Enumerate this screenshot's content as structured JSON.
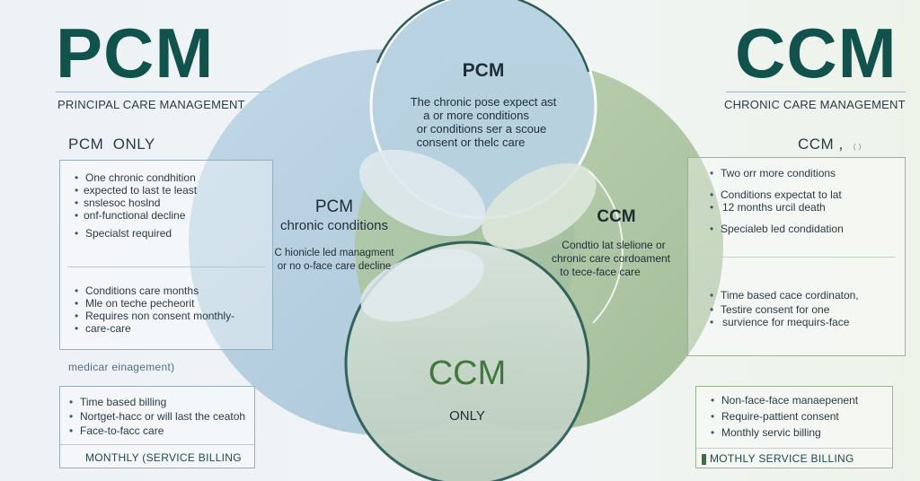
{
  "left": {
    "title": "PCM",
    "subtitle": "PRINCIPAL CARE MANAGEMENT",
    "only_label": "PCM  ONLY",
    "box1_items": [
      "One chronic condhition",
      "expected to last te least",
      "snslesoc hoslnd",
      "onf-functional decline",
      "Specialst required"
    ],
    "box2_items": [
      "Conditions care months",
      "Mle on teche pecheorit",
      "Requires non consent monthly-",
      "care-care"
    ],
    "mid_label": "medicar einagement)",
    "box3_items": [
      "Time based billing",
      "Nortget-hacc or will last the ceatoh",
      "Face-to-facc care"
    ],
    "footer": "MONTHLY (SERVICE BILLING"
  },
  "right": {
    "title": "CCM",
    "subtitle": "CHRONIC CARE MANAGEMENT",
    "only_label": "CCM ,",
    "only_small": "( )",
    "box1_items": [
      "Two orr more conditions",
      "Conditions expectat to lat",
      "12  months urcil death",
      "Specialeb led condidation"
    ],
    "box2_items": [
      "Time based cace cordinaton,",
      "Testire consent for one",
      "survience for mequirs-face"
    ],
    "box3_items": [
      "Non-face-face manaepenent",
      "Require-pattient consent",
      "Monthly servic billing"
    ],
    "footer": "MOTHLY SERVICE BILLING"
  },
  "venn": {
    "top_title": "PCM",
    "top_lines": [
      "The chronic pose expect  ast",
      "a or  more conditions",
      "or conditions ser a scoue",
      "consent or thelc care"
    ],
    "left_title": "PCM",
    "left_subtitle": "chronic conditions",
    "left_lines": [
      "C hionicle led managment",
      "or no o-face care decline"
    ],
    "right_title": "CCM",
    "right_lines": [
      "Condtio lat slelione or",
      "chronic care cordoament",
      "to tece-face care"
    ],
    "bottom_title": "CCM",
    "bottom_subtitle": "ONLY"
  },
  "colors": {
    "teal_dark": "#12524c",
    "blue_circle": "#a9c6da",
    "green_circle": "#a8c19b",
    "ccm_green": "#3f7a3a"
  }
}
